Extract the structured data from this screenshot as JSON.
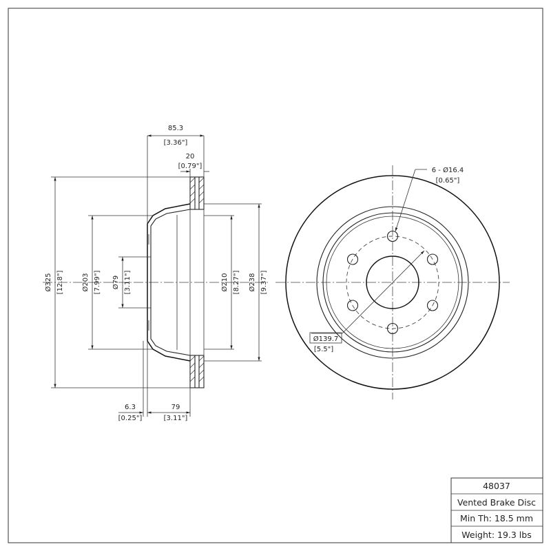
{
  "title_block": {
    "part_number": "48037",
    "description": "Vented Brake Disc",
    "min_thickness": "Min Th: 18.5 mm",
    "weight": "Weight: 19.3 lbs"
  },
  "side_view_dimensions": {
    "overall_width_mm": "85.3",
    "overall_width_in": "[3.36\"]",
    "disc_thickness_mm": "20",
    "disc_thickness_in": "[0.79\"]",
    "outer_diameter_mm": "Ø325",
    "outer_diameter_in": "[12.8\"]",
    "hat_diameter_mm": "Ø203",
    "hat_diameter_in": "[7.99\"]",
    "center_bore_mm": "Ø79",
    "center_bore_in": "[3.11\"]",
    "inner_diameter_mm": "Ø210",
    "inner_diameter_in": "[8.27\"]",
    "friction_inner_mm": "Ø238",
    "friction_inner_in": "[9.37\"]",
    "hat_offset_mm": "6.3",
    "hat_offset_in": "[0.25\"]",
    "hat_height_mm": "79",
    "hat_height_in": "[3.11\"]"
  },
  "front_view_dimensions": {
    "bolt_holes_mm": "6 - Ø16.4",
    "bolt_holes_in": "[0.65\"]",
    "bolt_circle_mm": "Ø139.7",
    "bolt_circle_in": "[5.5\"]"
  }
}
